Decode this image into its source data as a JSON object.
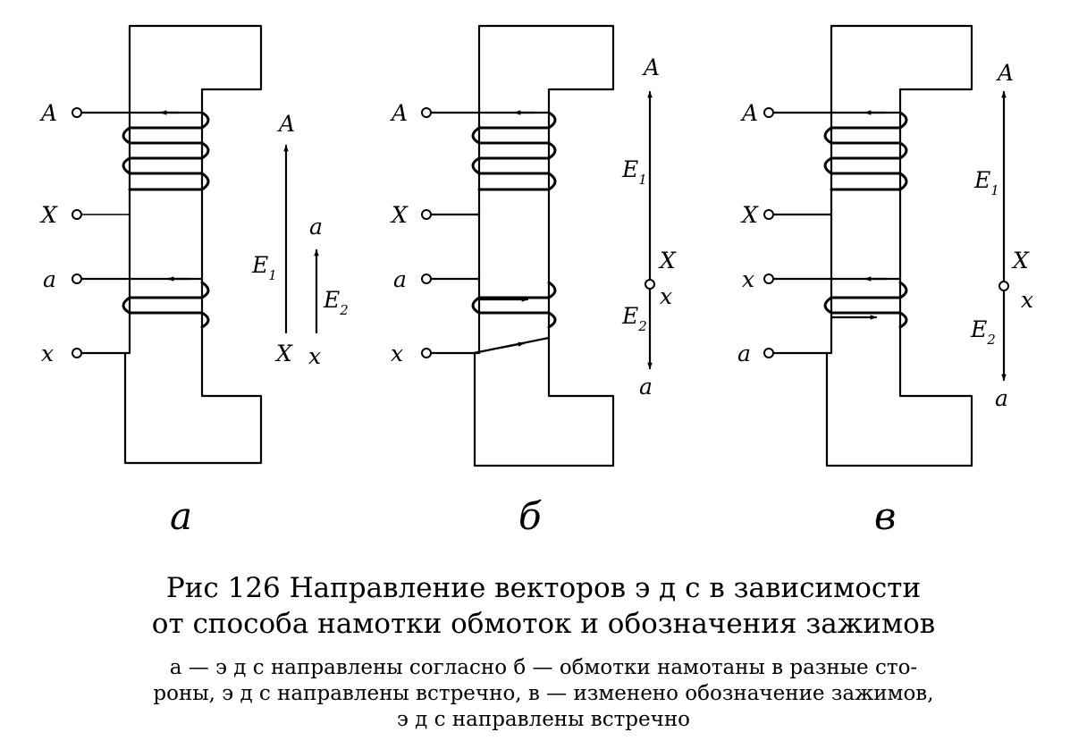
{
  "panels": [
    {
      "letter": "а",
      "terminals": [
        "A",
        "X",
        "a",
        "x"
      ],
      "vectors": [
        {
          "name": "E",
          "sub": "1",
          "from": "X",
          "to": "A"
        },
        {
          "name": "E",
          "sub": "2",
          "from": "x",
          "to": "a"
        }
      ]
    },
    {
      "letter": "б",
      "terminals": [
        "A",
        "X",
        "a",
        "x"
      ],
      "vectors": [
        {
          "name": "E",
          "sub": "1",
          "from": "X",
          "to": "A"
        },
        {
          "name": "E",
          "sub": "2",
          "from": "x",
          "to": "a"
        }
      ]
    },
    {
      "letter": "в",
      "terminals": [
        "A",
        "X",
        "x",
        "a"
      ],
      "vectors": [
        {
          "name": "E",
          "sub": "1",
          "from": "X",
          "to": "A"
        },
        {
          "name": "E",
          "sub": "2",
          "from": "x",
          "to": "a"
        }
      ]
    }
  ],
  "caption": {
    "title_line1": "Рис 126 Направление векторов э д с в зависимости",
    "title_line2": "от способа намотки обмоток и обозначения зажимов",
    "body_line1": "а — э д с направлены согласно б — обмотки намотаны в разные сто-",
    "body_line2": "роны, э д с направлены встречно, в — изменено обозначение зажимов,",
    "body_line3": "э д с направлены встречно"
  }
}
